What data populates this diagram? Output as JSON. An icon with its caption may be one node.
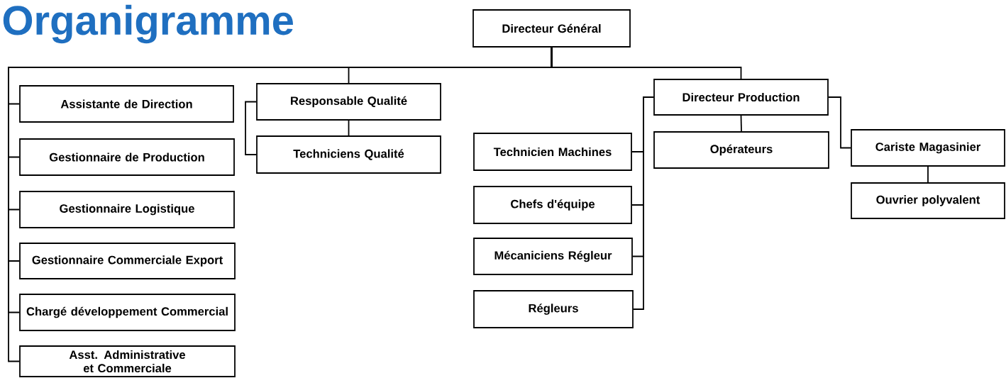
{
  "diagram": {
    "title": "Organigramme",
    "nodes": [
      {
        "text": [
          "Directeur Général"
        ]
      },
      {
        "text": [
          "Assistante de Direction"
        ]
      },
      {
        "text": [
          "Gestionnaire de Production"
        ]
      },
      {
        "text": [
          "Gestionnaire Logistique"
        ]
      },
      {
        "text": [
          "Gestionnaire Commerciale Export"
        ]
      },
      {
        "text": [
          "Chargé développement Commercial"
        ]
      },
      {
        "text": [
          "Asst. Administrative et Commerciale"
        ]
      },
      {
        "text": [
          "Responsable Qualité"
        ]
      },
      {
        "text": [
          "Techniciens Qualité"
        ]
      },
      {
        "text": [
          "Directeur Production"
        ]
      },
      {
        "text": [
          "Technicien Machines"
        ]
      },
      {
        "text": [
          "Opérateurs"
        ]
      },
      {
        "text": [
          "Cariste Magasinier"
        ]
      },
      {
        "text": [
          "Chefs d'équipe"
        ]
      },
      {
        "text": [
          "Mécaniciens Régleur"
        ]
      },
      {
        "text": [
          "Régleurs"
        ]
      },
      {
        "text": [
          "Ouvrier polyvalent"
        ]
      }
    ],
    "edges": [
      {
        "from": 0,
        "to": 1,
        "arrow": "none"
      },
      {
        "from": 0,
        "to": 2,
        "arrow": "none"
      },
      {
        "from": 0,
        "to": 3,
        "arrow": "none"
      },
      {
        "from": 0,
        "to": 4,
        "arrow": "none"
      },
      {
        "from": 0,
        "to": 5,
        "arrow": "none"
      },
      {
        "from": 0,
        "to": 6,
        "arrow": "none"
      },
      {
        "from": 0,
        "to": 7,
        "arrow": "none"
      },
      {
        "from": 0,
        "to": 9,
        "arrow": "none"
      },
      {
        "from": 7,
        "to": 8,
        "arrow": "none"
      },
      {
        "from": 7,
        "to": 8,
        "arrow": "none"
      },
      {
        "from": 9,
        "to": 10,
        "arrow": "none"
      },
      {
        "from": 9,
        "to": 13,
        "arrow": "none"
      },
      {
        "from": 9,
        "to": 14,
        "arrow": "none"
      },
      {
        "from": 9,
        "to": 15,
        "arrow": "none"
      },
      {
        "from": 9,
        "to": 11,
        "arrow": "none"
      },
      {
        "from": 9,
        "to": 12,
        "arrow": "none"
      },
      {
        "from": 12,
        "to": 16,
        "arrow": "none"
      }
    ]
  }
}
